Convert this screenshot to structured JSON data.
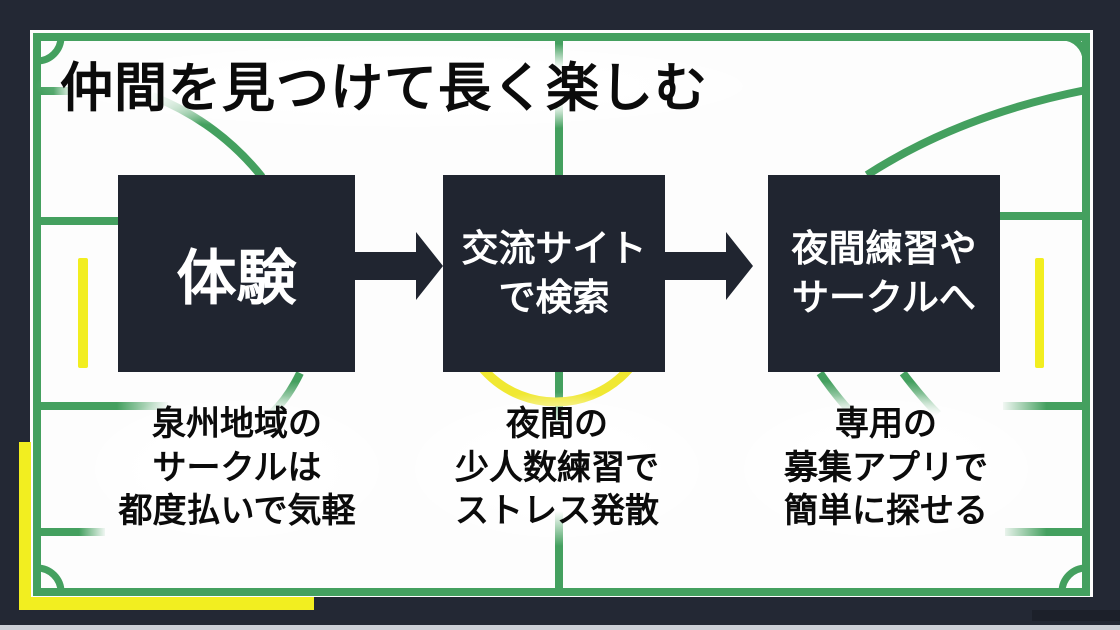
{
  "slide": {
    "title": "仲間を見つけて長く楽しむ"
  },
  "steps": [
    {
      "box_label": "体験",
      "caption": "泉州地域の\nサークルは\n都度払いで気軽"
    },
    {
      "box_label": "交流サイト\nで検索",
      "caption": "夜間の\n少人数練習で\nストレス発散"
    },
    {
      "box_label": "夜間練習や\nサークルへ",
      "caption": "専用の\n募集アプリで\n簡単に探せる"
    }
  ],
  "icons": {
    "arrow_1": "right-arrow",
    "arrow_2": "right-arrow",
    "background": "futsal-court-lines"
  },
  "theme": {
    "frame_navy": "#232834",
    "box_navy": "#202530",
    "court_green": "#44a05f",
    "accent_yellow": "#f2ee20",
    "court_white": "#fdfdfd",
    "text_black": "#0b0b0b",
    "bottom_strip_gray": "#ccd0d7"
  }
}
